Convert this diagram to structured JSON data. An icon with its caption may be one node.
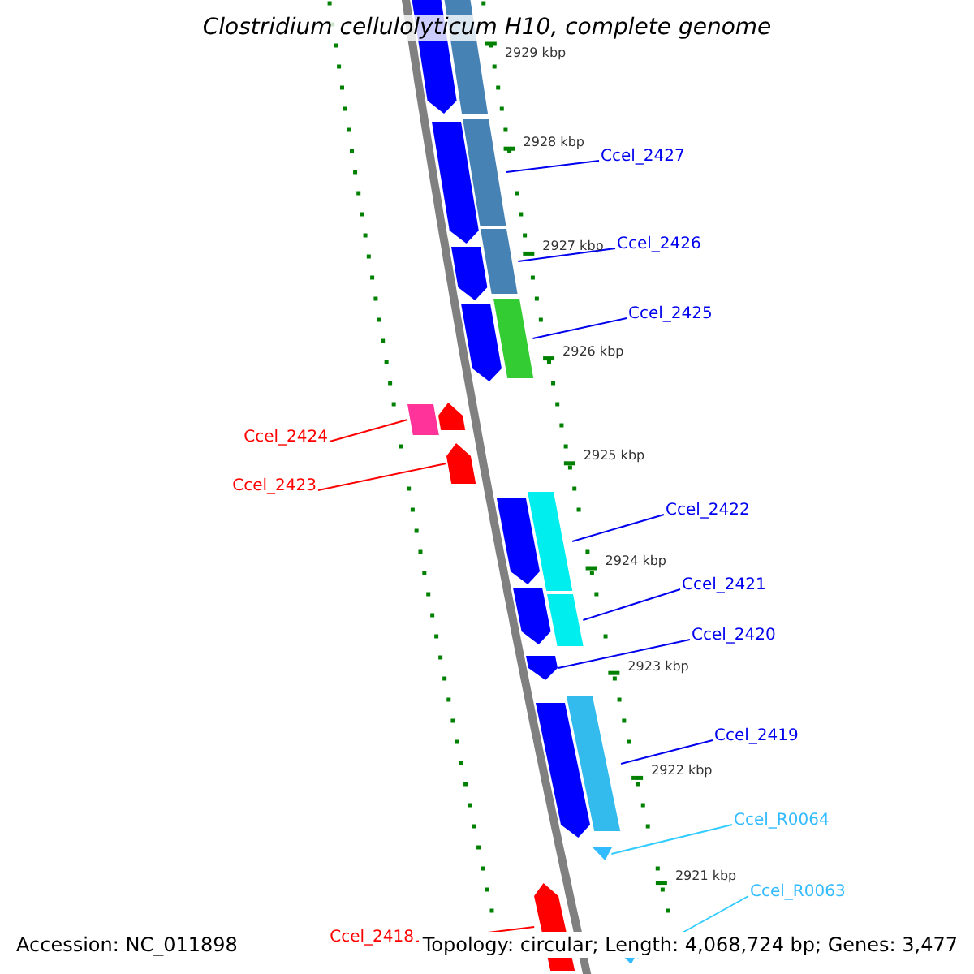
{
  "diagram": {
    "title": "Clostridium cellulolyticum H10, complete genome",
    "nodes": [
      {
        "text": [],
        "shape": "arrow"
      },
      {
        "text": [],
        "shape": "bar"
      },
      {
        "text": [
          "Ccel_2427"
        ]
      },
      {
        "text": [],
        "shape": "bar"
      },
      {
        "text": [],
        "shape": "arrow"
      },
      {
        "text": [
          "Ccel_2426"
        ]
      },
      {
        "text": [],
        "shape": "bar"
      },
      {
        "text": [],
        "shape": "arrow"
      },
      {
        "text": [
          "Ccel_2425"
        ]
      },
      {
        "text": [],
        "shape": "bar"
      },
      {
        "text": [],
        "shape": "arrow"
      },
      {
        "text": [
          "Ccel_2424"
        ]
      },
      {
        "text": [],
        "shape": "bar"
      },
      {
        "text": [],
        "shape": "arrow"
      },
      {
        "text": [
          "Ccel_2423"
        ]
      },
      {
        "text": [],
        "shape": "arrow"
      },
      {
        "text": [
          "Ccel_2422"
        ]
      },
      {
        "text": [],
        "shape": "bar"
      },
      {
        "text": [],
        "shape": "arrow"
      },
      {
        "text": [
          "Ccel_2421"
        ]
      },
      {
        "text": [],
        "shape": "bar"
      },
      {
        "text": [],
        "shape": "arrow"
      },
      {
        "text": [
          "Ccel_2420"
        ]
      },
      {
        "text": [],
        "shape": "arrow"
      },
      {
        "text": [
          "Ccel_2419"
        ]
      },
      {
        "text": [],
        "shape": "bar"
      },
      {
        "text": [],
        "shape": "arrow"
      },
      {
        "text": [
          "Ccel_R0064"
        ]
      },
      {
        "text": [],
        "shape": "triangle"
      },
      {
        "text": [
          "Ccel_R0063"
        ]
      },
      {
        "text": [],
        "shape": "triangle"
      },
      {
        "text": [
          "Ccel_2418"
        ]
      },
      {
        "text": [],
        "shape": "arrow"
      }
    ],
    "edges": [
      {
        "from": 2,
        "to": 3,
        "arrow": "none"
      },
      {
        "from": 5,
        "to": 6,
        "arrow": "none"
      },
      {
        "from": 8,
        "to": 9,
        "arrow": "none"
      },
      {
        "from": 11,
        "to": 12,
        "arrow": "none",
        "color": "#ff0000"
      },
      {
        "from": 14,
        "to": 15,
        "arrow": "none",
        "color": "#ff0000"
      },
      {
        "from": 16,
        "to": 17,
        "arrow": "none"
      },
      {
        "from": 19,
        "to": 20,
        "arrow": "none"
      },
      {
        "from": 22,
        "to": 23,
        "arrow": "none"
      },
      {
        "from": 24,
        "to": 25,
        "arrow": "none"
      },
      {
        "from": 27,
        "to": 28,
        "arrow": "none",
        "color": "#33ccff"
      },
      {
        "from": 29,
        "to": 30,
        "arrow": "none",
        "color": "#33ccff"
      },
      {
        "from": 31,
        "to": 32,
        "arrow": "none",
        "color": "#ff0000"
      }
    ],
    "labels": [
      "2929 kbp",
      "2928 kbp",
      "2927 kbp",
      "2926 kbp",
      "2925 kbp",
      "2924 kbp",
      "2923 kbp",
      "2922 kbp",
      "2921 kbp",
      "Accession: NC_011898",
      "Topology: circular; Length: 4,068,724 bp; Genes: 3,477"
    ]
  }
}
